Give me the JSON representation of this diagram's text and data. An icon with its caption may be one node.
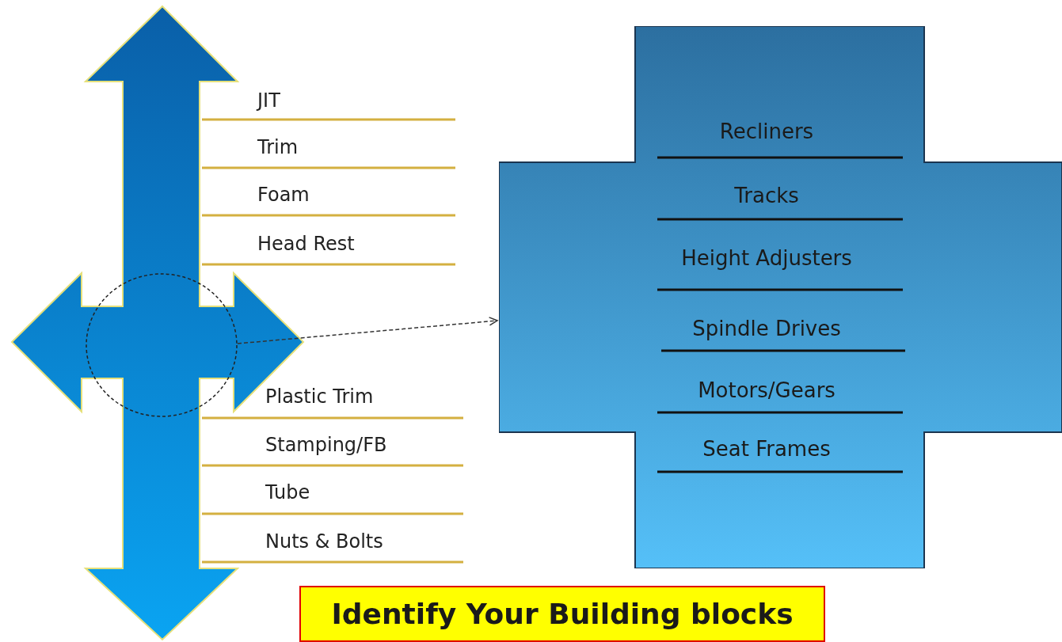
{
  "diagram": {
    "title": "Identify Your Building blocks",
    "nodes": [
      {
        "text": [],
        "shape": "circle"
      },
      {
        "text": [
          "Recliners",
          "Tracks",
          "Height Adjusters",
          "Spindle Drives",
          "Motors/Gears",
          "Seat Frames"
        ]
      }
    ],
    "edges": [
      {
        "from": 0,
        "to": 1,
        "arrow": "to",
        "style": "dashed"
      }
    ],
    "labels": [
      "JIT",
      "Trim",
      "Foam",
      "Head Rest",
      "Plastic Trim",
      "Stamping/FB",
      "Tube",
      "Nuts & Bolts"
    ]
  }
}
